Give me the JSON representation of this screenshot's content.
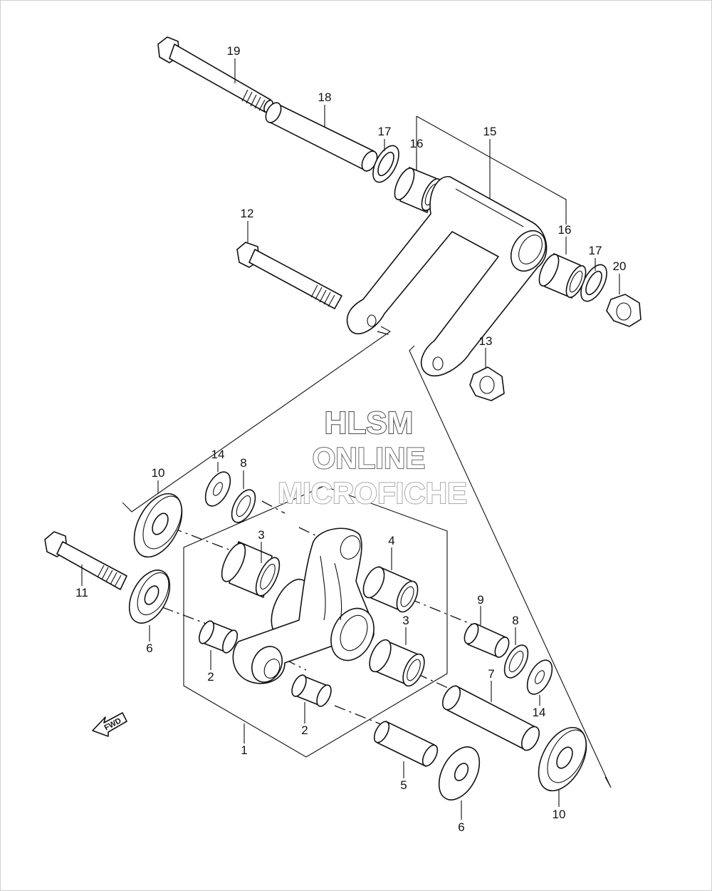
{
  "watermark": {
    "line1": "HLSM",
    "line2": "ONLINE",
    "line3": "MICROFICHE"
  },
  "fwd_label": "FWD",
  "labels": {
    "l1": "1",
    "l2a": "2",
    "l2b": "2",
    "l3a": "3",
    "l3b": "3",
    "l4": "4",
    "l5": "5",
    "l6a": "6",
    "l6b": "6",
    "l7": "7",
    "l8a": "8",
    "l8b": "8",
    "l9": "9",
    "l10a": "10",
    "l10b": "10",
    "l11": "11",
    "l12": "12",
    "l13": "13",
    "l14a": "14",
    "l14b": "14",
    "l15": "15",
    "l16a": "16",
    "l16b": "16",
    "l17a": "17",
    "l17b": "17",
    "l18": "18",
    "l19": "19",
    "l20": "20"
  },
  "colors": {
    "line": "#111111",
    "background": "#ffffff",
    "watermark_dark": "#4a4a4a",
    "watermark_light": "#aaaaaa"
  }
}
